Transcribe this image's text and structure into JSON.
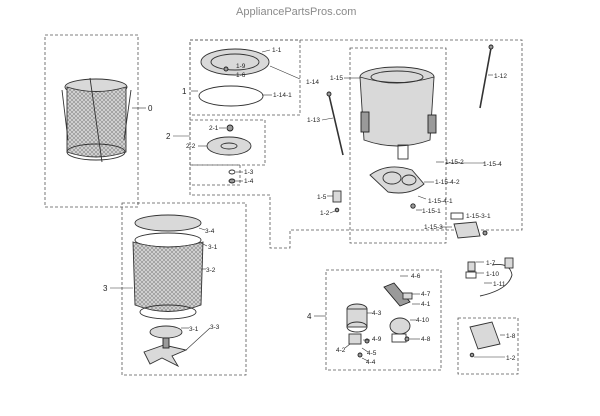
{
  "watermark": "AppliancePartsPros.com",
  "callouts": {
    "c0": "0",
    "c1": "1",
    "c1_1": "1-1",
    "c1_9": "1-9",
    "c1_6": "1-6",
    "c1_14": "1-14",
    "c1_14_1": "1-14-1",
    "c1_15": "1-15",
    "c1_12": "1-12",
    "c1_13": "1-13",
    "c2": "2",
    "c2_1": "2-1",
    "c2_2": "2-2",
    "c1_3": "1-3",
    "c1_4": "1-4",
    "c1_15_2": "1-15-2",
    "c1_15_4": "1-15-4",
    "c1_15_4_2": "1-15-4-2",
    "c1_15_4_1": "1-15-4-1",
    "c1_15_1": "1-15-1",
    "c1_15_3_1": "1-15-3-1",
    "c1_15_3": "1-15-3",
    "c1_5": "1-5",
    "c1_2a": "1-2",
    "c3_4": "3-4",
    "c3_1a": "3-1",
    "c3": "3",
    "c3_2": "3-2",
    "c3_1b": "3-1",
    "c3_3": "3-3",
    "c4_6": "4-6",
    "c4_7": "4-7",
    "c4_1": "4-1",
    "c4_3": "4-3",
    "c4_10": "4-10",
    "c4": "4",
    "c4_9": "4-9",
    "c4_8": "4-8",
    "c4_2": "4-2",
    "c4_5": "4-5",
    "c4_4": "4-4",
    "c1_7": "1-7",
    "c1_10": "1-10",
    "c1_11": "1-11",
    "c1_8": "1-8",
    "c1_2b": "1-2"
  }
}
